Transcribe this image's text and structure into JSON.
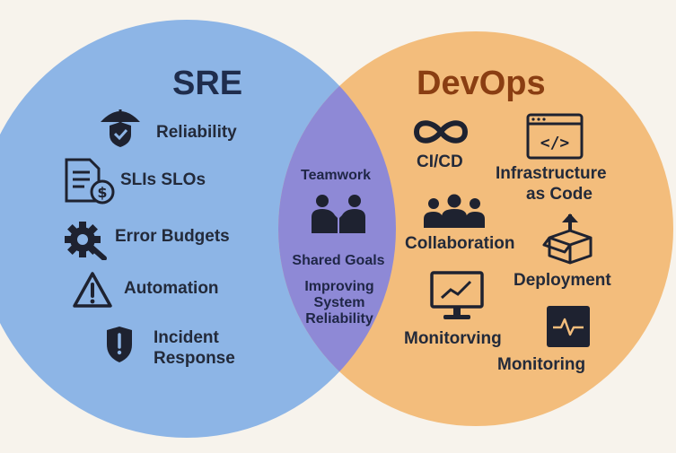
{
  "sre": {
    "title": "SRE",
    "items": [
      "Reliability",
      "SLIs SLOs",
      "Error Budgets",
      "Automation",
      "Incident",
      "Response"
    ]
  },
  "devops": {
    "title": "DevOps",
    "items": [
      "CI/CD",
      "Infrastructure",
      "as Code",
      "Collaboration",
      "Deployment",
      "Monitorving",
      "Monitoring"
    ]
  },
  "overlap": {
    "items": [
      "Teamwork",
      "Shared Goals",
      "Improving",
      "System",
      "Reliability"
    ]
  },
  "colors": {
    "sre_circle": "#8db5e6",
    "devops_circle": "#f3bd7c",
    "overlap": "#8e89d6",
    "icon": "#1e2230",
    "background": "#f7f3ec"
  }
}
